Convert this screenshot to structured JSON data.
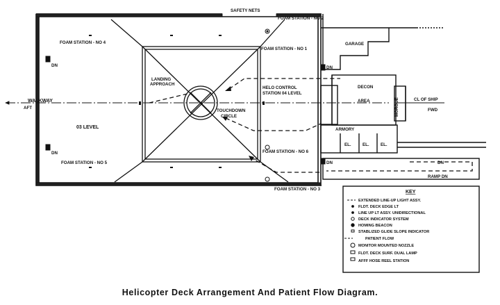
{
  "labels": {
    "safety_nets": "SAFETY NETS",
    "foam_2": "FOAM STATION - NO 2",
    "foam_4": "FOAM STATION - NO 4",
    "foam_1": "FOAM STATION - NO 1",
    "foam_5": "FOAM STATION - NO 5",
    "foam_6": "FOAM STATION - NO 6",
    "foam_3": "FOAM STATION - NO 3",
    "dn": "DN",
    "garage": "GARAGE",
    "landing_1": "LANDING",
    "landing_2": "APPROACH",
    "helo_1": "HELO CONTROL",
    "helo_2": "STATION 04 LEVEL",
    "decon_1": "DECON",
    "decon_2": "AREA",
    "morgue": "MORGUE",
    "cl_ship": "CL OF SHIP",
    "fwd": "FWD",
    "walkway": "WALKWAY",
    "aft": "AFT",
    "level_03": "03 LEVEL",
    "touchdown_1": "TOUCHDOWN",
    "touchdown_2": "CIRCLE",
    "armory": "ARMORY",
    "el": "EL.",
    "ramp_dn": "RAMP DN"
  },
  "key": {
    "title": "KEY",
    "items": [
      "EXTENDED LINE-UP LIGHT ASSY.",
      "FLDT. DECK EDGE LT",
      "LINE UP LT ASSY. UNIDIRECTIONAL",
      "DECK INDICATOR SYSTEM",
      "HOMING BEACON",
      "STABLIZED GLIDE SLOPE INDICATOR",
      "PATIENT FLOW",
      "MONITOR MOUNTED NOZZLE",
      "FLDT. DECK SURF. DUAL LAMP",
      "AFFF HOSE REEL STATION"
    ]
  },
  "caption": "Helicopter Deck Arrangement And Patient Flow Diagram."
}
